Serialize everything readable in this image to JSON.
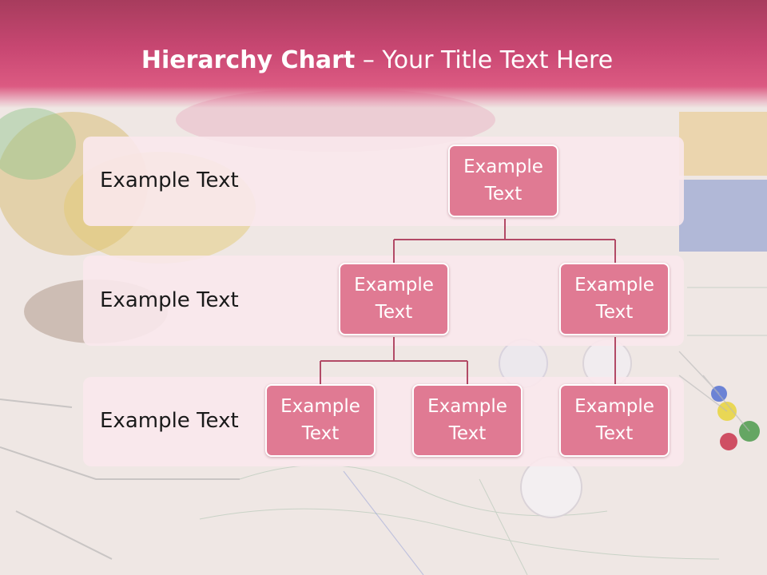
{
  "title": {
    "bold": "Hierarchy Chart",
    "separator": " – ",
    "rest": "Your Title Text Here"
  },
  "levels": [
    {
      "label": "Example Text"
    },
    {
      "label": "Example Text"
    },
    {
      "label": "Example Text"
    }
  ],
  "nodes": {
    "root": "Example Text",
    "mid_left": "Example Text",
    "mid_right": "Example Text",
    "leaf_left": "Example Text",
    "leaf_center": "Example Text",
    "leaf_right": "Example Text"
  },
  "colors": {
    "header": "#c84772",
    "node_fill": "#e07a93",
    "node_border": "#ffffff",
    "band": "#fae8ec",
    "connector": "#b24a66"
  }
}
